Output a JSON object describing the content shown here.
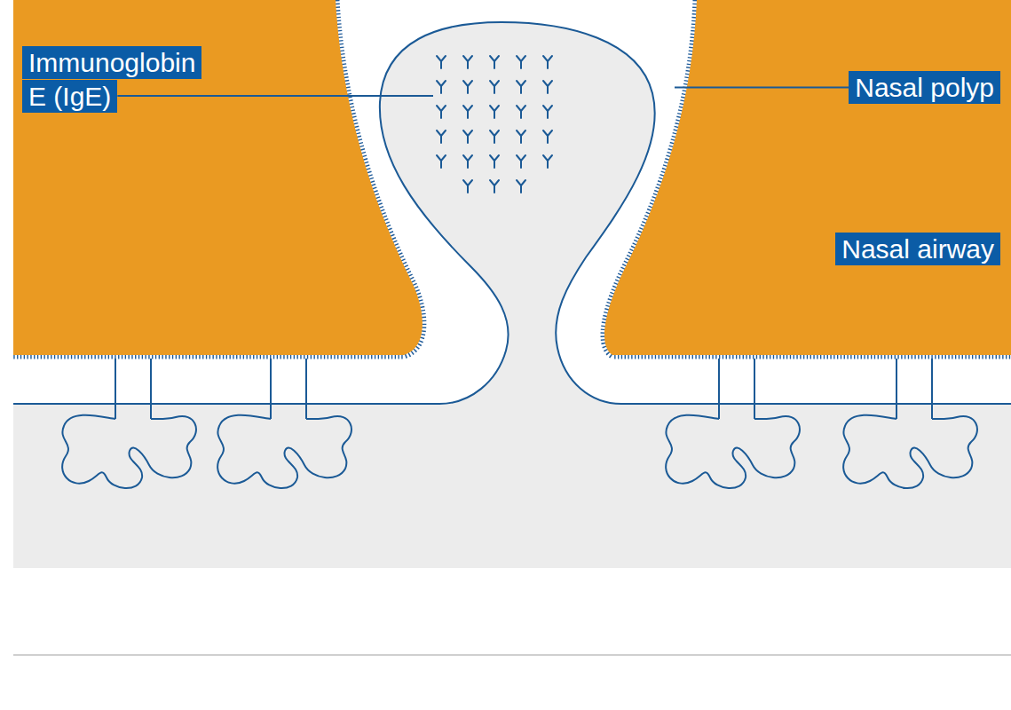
{
  "diagram": {
    "nodes": [
      {
        "text": [
          "Immunoglobin E (IgE)"
        ]
      },
      {
        "text": [
          "Nasal polyp"
        ]
      },
      {
        "text": [
          "Nasal airway"
        ]
      }
    ]
  }
}
